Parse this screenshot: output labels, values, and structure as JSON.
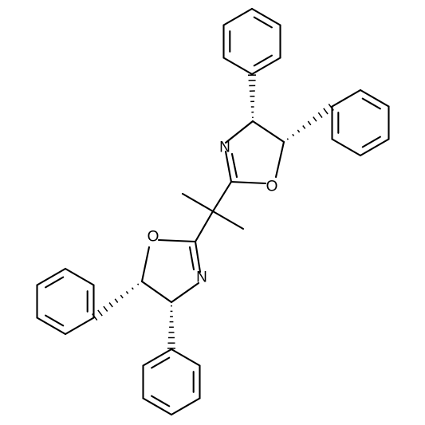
{
  "molecule": {
    "atoms": {
      "N_top": "N",
      "O_top": "O",
      "O_bottom": "O",
      "N_bottom": "N"
    },
    "colors": {
      "bond": "#000000",
      "text": "#000000",
      "background": "#ffffff"
    }
  }
}
